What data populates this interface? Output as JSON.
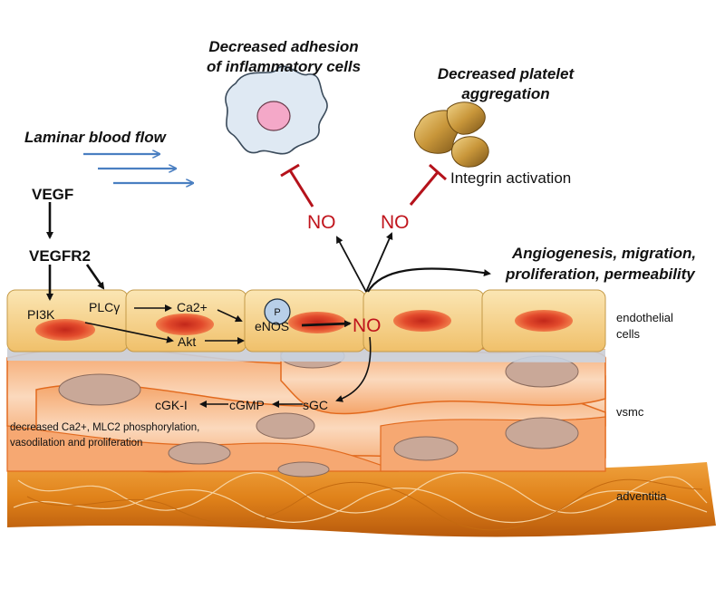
{
  "effects": {
    "adhesion": [
      "Decreased adhesion",
      "of inflammatory cells"
    ],
    "platelet": [
      "Decreased platelet",
      "aggregation"
    ],
    "laminar_flow": "Laminar blood flow",
    "integrin": "Integrin activation",
    "angiogenesis": [
      "Angiogenesis, migration,",
      "proliferation, permeability"
    ]
  },
  "signaling": {
    "vegf": "VEGF",
    "vegfr2": "VEGFR2",
    "pi3k": "PI3K",
    "plcg": "PLCγ",
    "ca2": "Ca2+",
    "p": "P",
    "enos": "eNOS",
    "akt": "Akt",
    "no_center": "NO",
    "no_left": "NO",
    "no_right": "NO",
    "sgc": "sGC",
    "cgmp": "cGMP",
    "cgki": "cGK-I",
    "outcome": [
      "decreased Ca2+,  MLC2 phosphorylation,",
      "vasodilation and proliferation"
    ]
  },
  "layers": {
    "endothelial": [
      "endothelial",
      "cells"
    ],
    "vsmc": "vsmc",
    "adventitia": "adventitia"
  },
  "colors": {
    "inhibit_red": "#b5121b",
    "flow_blue": "#4a7fc1",
    "endothelial_fill": "#f4cf8a",
    "nucleus_red": "#e0452a",
    "vsmc_orange": "#f08a3e",
    "adventitia_orange": "#e3871e",
    "platelet_gold": "#c99a3c"
  }
}
